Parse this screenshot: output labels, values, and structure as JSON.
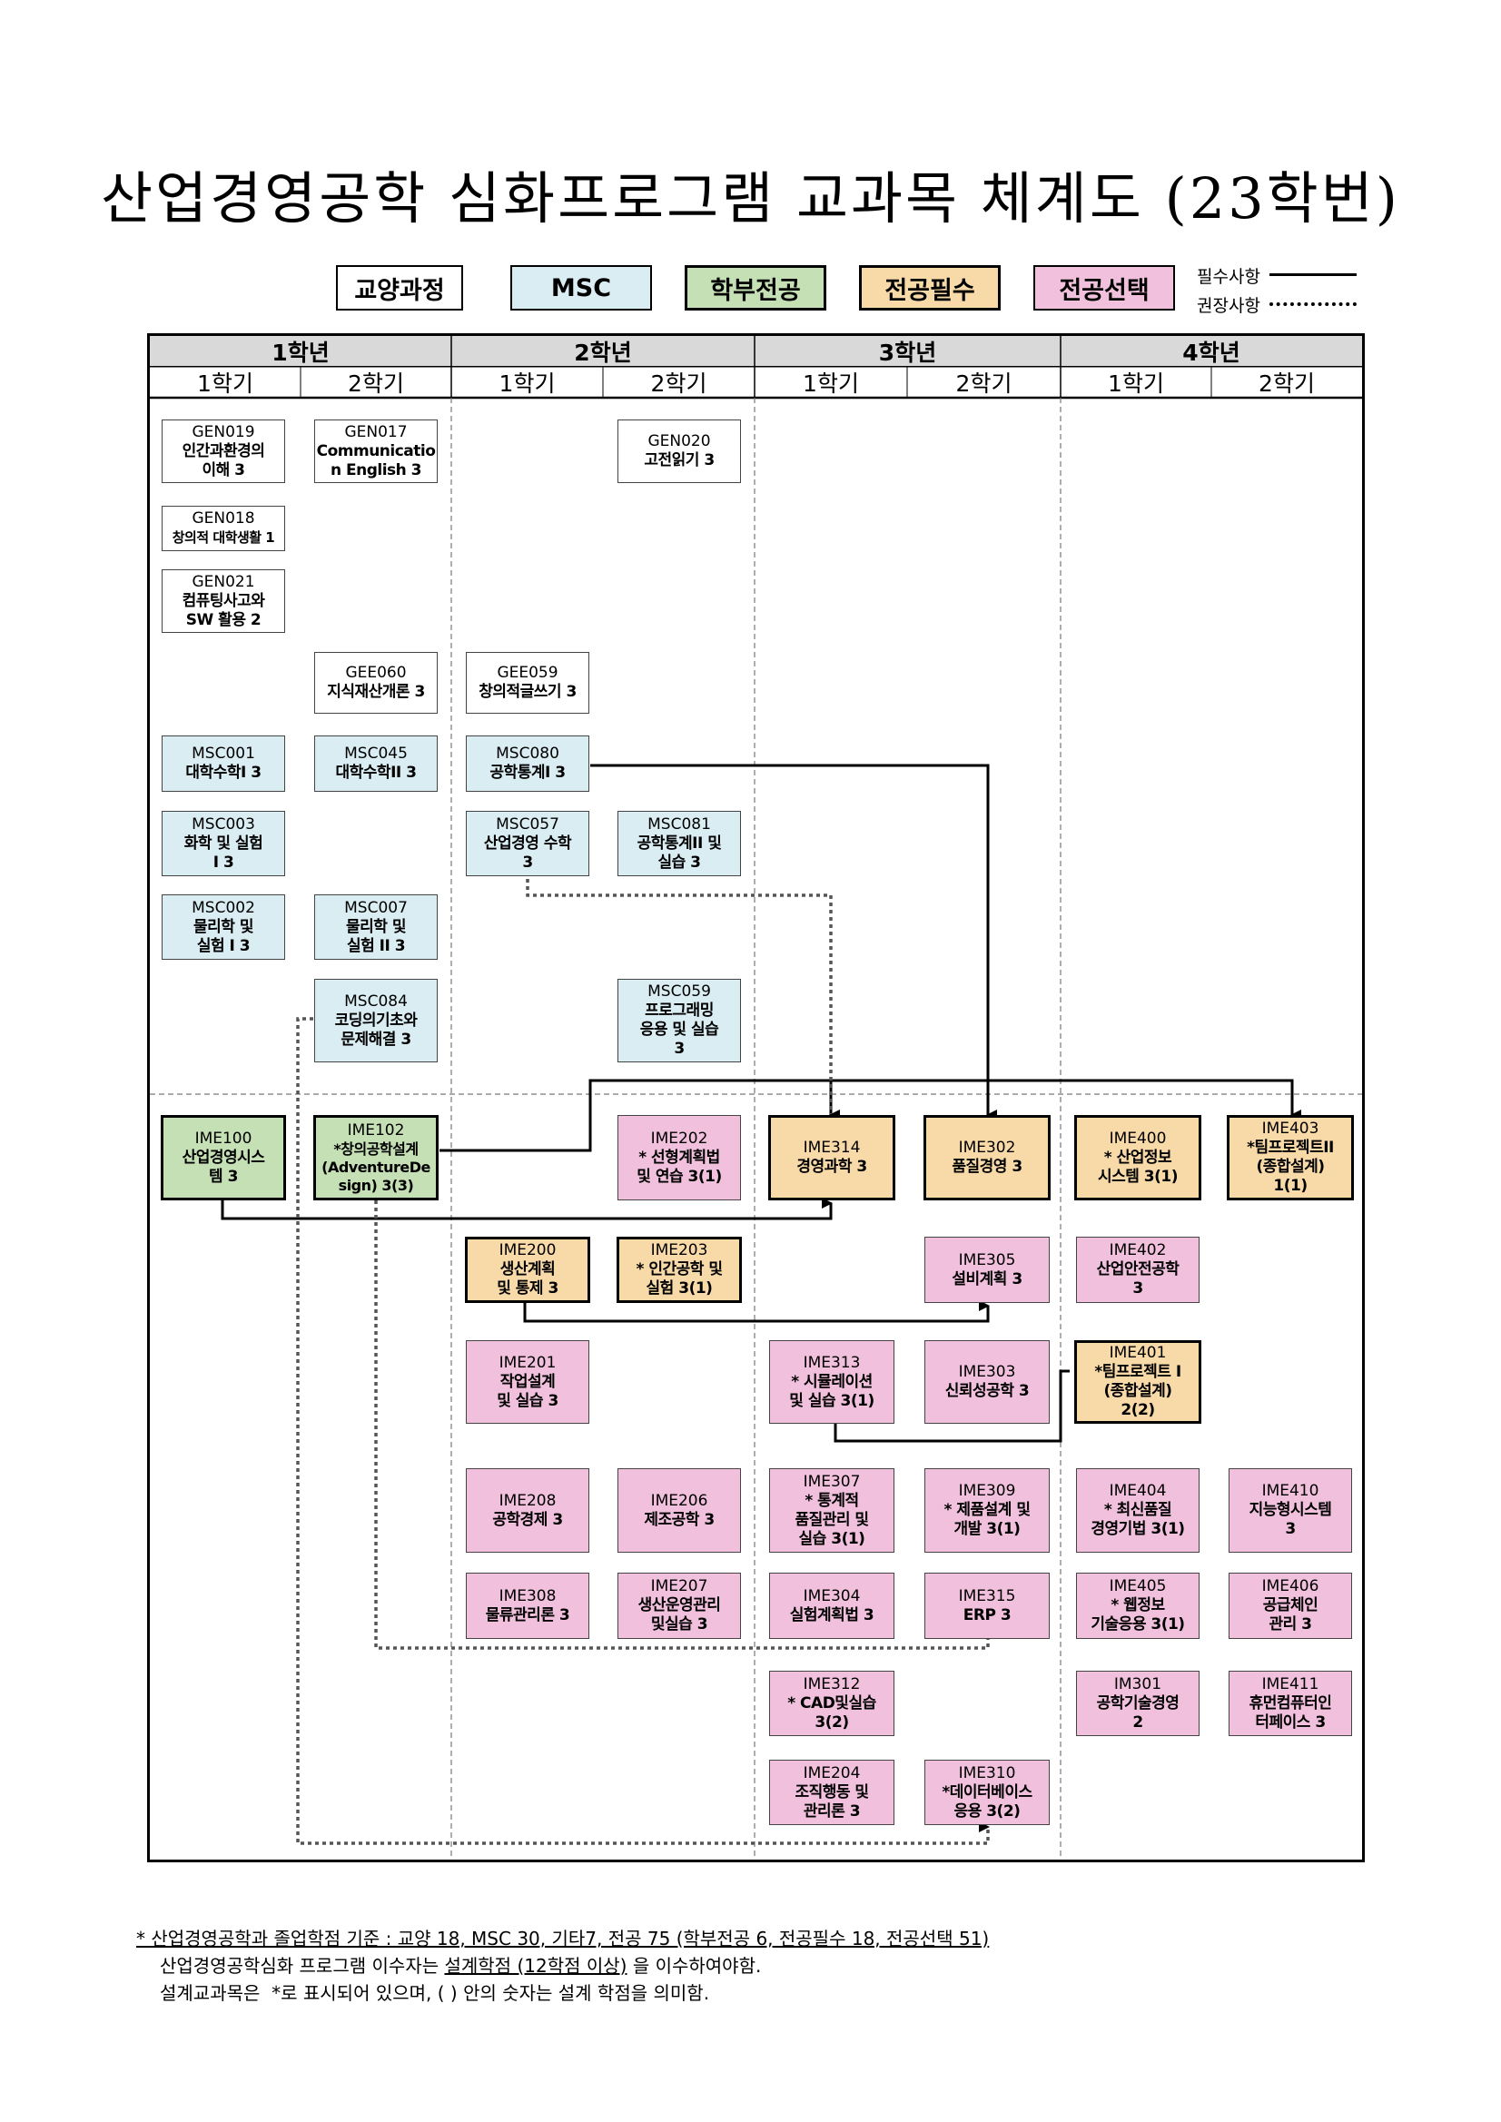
{
  "title": "산업경영공학 심화프로그램 교과목 체계도 (23학번)",
  "legend": {
    "gen": "교양과정",
    "msc": "MSC",
    "major": "학부전공",
    "required": "전공필수",
    "elective": "전공선택",
    "required_line": "필수사항",
    "recommended_line": "권장사항"
  },
  "years": [
    "1학년",
    "2학년",
    "3학년",
    "4학년"
  ],
  "semesters": [
    "1학기",
    "2학기",
    "1학기",
    "2학기",
    "1학기",
    "2학기",
    "1학기",
    "2학기"
  ],
  "courses": {
    "GEN019": {
      "code": "GEN019",
      "name": "인간과환경의\n이해 3"
    },
    "GEN017": {
      "code": "GEN017",
      "name": "Communicatio\nn English 3"
    },
    "GEN020": {
      "code": "GEN020",
      "name": "고전읽기 3"
    },
    "GEN018": {
      "code": "GEN018",
      "name": "창의적 대학생활 1"
    },
    "GEN021": {
      "code": "GEN021",
      "name": "컴퓨팅사고와\nSW 활용 2"
    },
    "GEE060": {
      "code": "GEE060",
      "name": "지식재산개론 3"
    },
    "GEE059": {
      "code": "GEE059",
      "name": "창의적글쓰기 3"
    },
    "MSC001": {
      "code": "MSC001",
      "name": "대학수학I 3"
    },
    "MSC045": {
      "code": "MSC045",
      "name": "대학수학II 3"
    },
    "MSC080": {
      "code": "MSC080",
      "name": "공학통계I 3"
    },
    "MSC003": {
      "code": "MSC003",
      "name": "화학 및 실험\nI 3"
    },
    "MSC057": {
      "code": "MSC057",
      "name": "산업경영 수학\n3"
    },
    "MSC081": {
      "code": "MSC081",
      "name": "공학통계II 및\n실습 3"
    },
    "MSC002": {
      "code": "MSC002",
      "name": "물리학 및\n실험 I 3"
    },
    "MSC007": {
      "code": "MSC007",
      "name": "물리학 및\n실험 II 3"
    },
    "MSC084": {
      "code": "MSC084",
      "name": "코딩의기초와\n문제해결 3"
    },
    "MSC059": {
      "code": "MSC059",
      "name": "프로그래밍\n응용 및 실습\n3"
    },
    "IME100": {
      "code": "IME100",
      "name": "산업경영시스\n템 3"
    },
    "IME102": {
      "code": "IME102",
      "name": "*창의공학설계\n(AdventureDe\nsign) 3(3)"
    },
    "IME202": {
      "code": "IME202",
      "name": "* 선형계획법\n및 연습 3(1)"
    },
    "IME314": {
      "code": "IME314",
      "name": "경영과학 3"
    },
    "IME302": {
      "code": "IME302",
      "name": "품질경영 3"
    },
    "IME400": {
      "code": "IME400",
      "name": "* 산업정보\n시스템 3(1)"
    },
    "IME403": {
      "code": "IME403",
      "name": "*팀프로젝트II\n(종합설계)\n1(1)"
    },
    "IME200": {
      "code": "IME200",
      "name": "생산계획\n및 통제 3"
    },
    "IME203": {
      "code": "IME203",
      "name": "* 인간공학 및\n실험 3(1)"
    },
    "IME305": {
      "code": "IME305",
      "name": "설비계획 3"
    },
    "IME402": {
      "code": "IME402",
      "name": "산업안전공학\n3"
    },
    "IME201": {
      "code": "IME201",
      "name": "작업설계\n및 실습 3"
    },
    "IME313": {
      "code": "IME313",
      "name": "* 시뮬레이션\n및 실습 3(1)"
    },
    "IME303": {
      "code": "IME303",
      "name": "신뢰성공학 3"
    },
    "IME401": {
      "code": "IME401",
      "name": "*팀프로젝트 I\n(종합설계)\n2(2)"
    },
    "IME208": {
      "code": "IME208",
      "name": "공학경제 3"
    },
    "IME206": {
      "code": "IME206",
      "name": "제조공학 3"
    },
    "IME307": {
      "code": "IME307",
      "name": "* 통계적\n품질관리 및\n실습 3(1)"
    },
    "IME309": {
      "code": "IME309",
      "name": "* 제품설계 및\n개발 3(1)"
    },
    "IME404": {
      "code": "IME404",
      "name": "* 최신품질\n경영기법 3(1)"
    },
    "IME410": {
      "code": "IME410",
      "name": "지능형시스템\n3"
    },
    "IME308": {
      "code": "IME308",
      "name": "물류관리론 3"
    },
    "IME207": {
      "code": "IME207",
      "name": "생산운영관리\n및실습 3"
    },
    "IME304": {
      "code": "IME304",
      "name": "실험계획법 3"
    },
    "IME315": {
      "code": "IME315",
      "name": "ERP 3"
    },
    "IME405": {
      "code": "IME405",
      "name": "* 웹정보\n기술응용 3(1)"
    },
    "IME406": {
      "code": "IME406",
      "name": "공급체인\n관리 3"
    },
    "IME312": {
      "code": "IME312",
      "name": "* CAD및실습\n3(2)"
    },
    "IM301": {
      "code": "IM301",
      "name": "공학기술경영\n2"
    },
    "IME411": {
      "code": "IME411",
      "name": "휴먼컴퓨터인\n터페이스 3"
    },
    "IME204": {
      "code": "IME204",
      "name": "조직행동 및\n관리론 3"
    },
    "IME310": {
      "code": "IME310",
      "name": "*데이터베이스\n응용 3(2)"
    }
  },
  "footnote": {
    "line1": "* 산업경영공학과 졸업학점 기준 : 교양 18, MSC 30, 기타7, 전공 75 (학부전공 6, 전공필수 18, 전공선택 51)",
    "line2_a": "산업경영공학심화 프로그램 이수자는 ",
    "line2_b": "설계학점 (12학점 이상)",
    "line2_c": " 을 이수하여야함.",
    "line3": "설계교과목은  *로 표시되어 있으며, ( ) 안의 숫자는 설계 학점을 의미함."
  }
}
